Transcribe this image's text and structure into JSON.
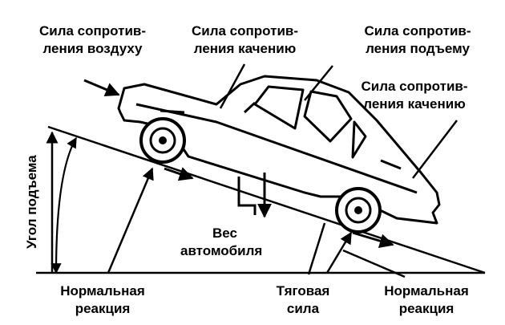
{
  "labels": {
    "air_resistance": [
      "Сила сопротив-",
      "ления воздуху"
    ],
    "rolling_resistance_rear": [
      "Сила сопротив-",
      "ления качению"
    ],
    "climb_resistance": [
      "Сила сопротив-",
      "ления подъему"
    ],
    "rolling_resistance_front": [
      "Сила сопротив-",
      "ления качению"
    ],
    "slope_angle": "Угол подъема",
    "vehicle_weight": [
      "Вес",
      "автомобиля"
    ],
    "normal_reaction_left": [
      "Нормальная",
      "реакция"
    ],
    "traction_force": [
      "Тяговая",
      "сила"
    ],
    "normal_reaction_right": [
      "Нормальная",
      "реакция"
    ]
  },
  "colors": {
    "ink": "#000000",
    "background": "#ffffff"
  }
}
